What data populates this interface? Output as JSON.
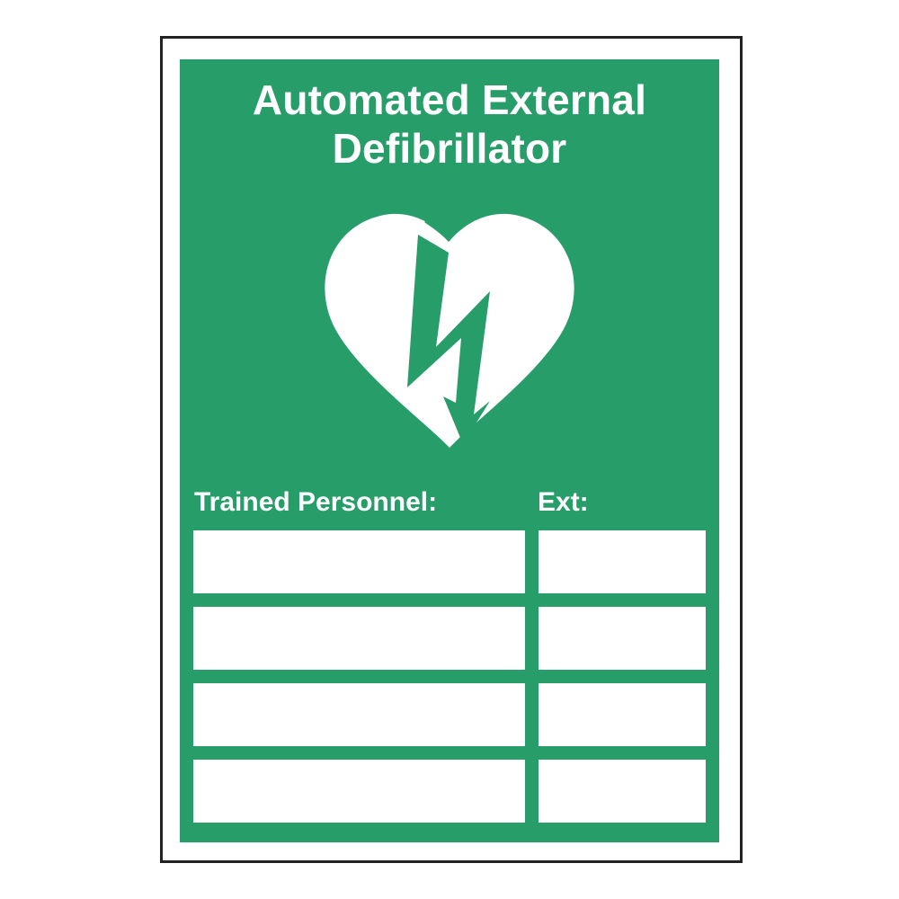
{
  "sign": {
    "title_line1": "Automated External",
    "title_line2": "Defibrillator",
    "symbol": "aed-heart-lightning-icon",
    "colors": {
      "background": "#279d69",
      "foreground": "#ffffff",
      "frame": "#222222"
    }
  },
  "form": {
    "personnel_label": "Trained Personnel:",
    "ext_label": "Ext:",
    "rows": [
      {
        "name": "",
        "ext": ""
      },
      {
        "name": "",
        "ext": ""
      },
      {
        "name": "",
        "ext": ""
      },
      {
        "name": "",
        "ext": ""
      }
    ]
  }
}
